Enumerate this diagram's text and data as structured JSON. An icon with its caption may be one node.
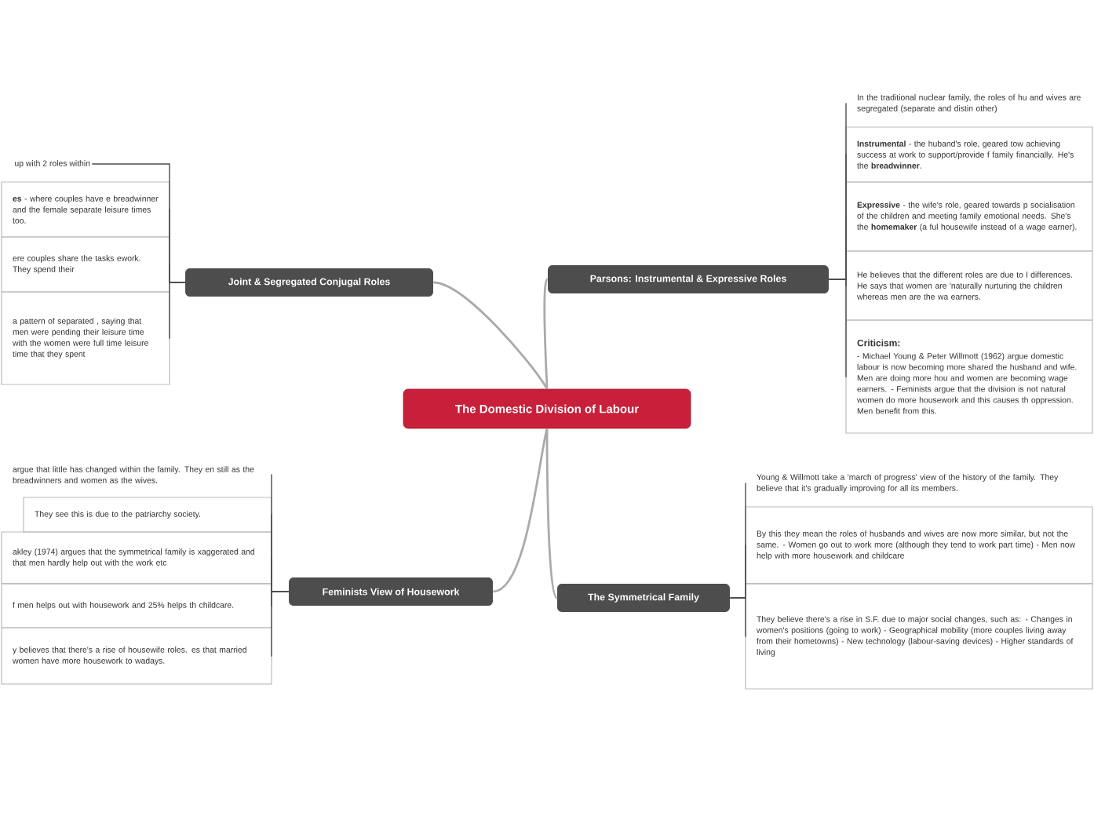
{
  "diagram": {
    "nodes": [
      {
        "text": [
          "The Domestic Division of Labour"
        ]
      },
      {
        "text": [
          "Joint & Segregated Conjugal Roles"
        ]
      },
      {
        "text": [
          "up with 2 roles within"
        ]
      },
      {
        "text": [
          "**es** - where couples have e breadwinner and the female separate leisure times too."
        ]
      },
      {
        "text": [
          "ere couples share the tasks ework. They spend their"
        ]
      },
      {
        "text": [
          "a pattern of separated , saying that men were pending their leisure time with the women were full time leisure time that they spent"
        ]
      },
      {
        "text": [
          "Parsons: Instrumental & Expressive Roles"
        ]
      },
      {
        "text": [
          "In the traditional nuclear family, the roles of hu and wives are segregated (separate and distin other)"
        ]
      },
      {
        "text": [
          "**Instrumental** - the huband's role, geared tow achieving success at work to support/provide f family financially. He's the **breadwinner**."
        ]
      },
      {
        "text": [
          "**Expressive** - the wife's role, geared towards p socialisation of the children and meeting family emotional needs. She's the **homemaker** (a ful housewife instead of a wage earner)."
        ]
      },
      {
        "text": [
          "He believes that the different roles are due to l differences. He says that women are 'naturally nurturing the children whereas men are the wa earners."
        ]
      },
      {
        "text": [
          "Criticism:",
          "- Michael Young & Peter Willmott (1962) argue domestic labour is now becoming more shared the husband and wife. Men are doing more hou and women are becoming wage earners. - Feminists argue that the division is not natural women do more housework and this causes th oppression. Men benefit from this."
        ]
      },
      {
        "text": [
          "Feminists View of Housework"
        ]
      },
      {
        "text": [
          "argue that little has changed within the family. They en still as the breadwinners and women as the wives."
        ]
      },
      {
        "text": [
          "They see this is due to the patriarchy society."
        ]
      },
      {
        "text": [
          "akley (1974) argues that the symmetrical family is xaggerated and that men hardly help out with the work etc"
        ]
      },
      {
        "text": [
          "f men helps out with housework and 25% helps th childcare."
        ]
      },
      {
        "text": [
          "y believes that there's a rise of housewife roles. es that married women have more housework to wadays."
        ]
      },
      {
        "text": [
          "The Symmetrical Family"
        ]
      },
      {
        "text": [
          "Young & Willmott take a 'march of progress' view of the history of the family. They believe that it's gradually improving for all its members."
        ]
      },
      {
        "text": [
          "By this they mean the roles of husbands and wives are now more similar, but not the same. - Women go out to work more (although they tend to work part time) - Men now help with more housework and childcare"
        ]
      },
      {
        "text": [
          "They believe there's a rise in S.F. due to major social changes, such as: - Changes in women's positions (going to work) - Geographical mobility (more couples living away from their hometowns) - New technology (labour-saving devices) - Higher standards of living"
        ]
      }
    ],
    "edges": [
      {
        "from": 0,
        "to": 1,
        "arrow": "none",
        "color": "#aaaaaa"
      },
      {
        "from": 0,
        "to": 6,
        "arrow": "none",
        "color": "#aaaaaa"
      },
      {
        "from": 0,
        "to": 12,
        "arrow": "none",
        "color": "#aaaaaa"
      },
      {
        "from": 0,
        "to": 18,
        "arrow": "none",
        "color": "#aaaaaa"
      },
      {
        "from": 1,
        "to": 2,
        "arrow": "none"
      },
      {
        "from": 1,
        "to": 3,
        "arrow": "none"
      },
      {
        "from": 1,
        "to": 4,
        "arrow": "none"
      },
      {
        "from": 1,
        "to": 5,
        "arrow": "none"
      },
      {
        "from": 6,
        "to": 7,
        "arrow": "none"
      },
      {
        "from": 6,
        "to": 8,
        "arrow": "none"
      },
      {
        "from": 6,
        "to": 9,
        "arrow": "none"
      },
      {
        "from": 6,
        "to": 10,
        "arrow": "none"
      },
      {
        "from": 6,
        "to": 11,
        "arrow": "none"
      },
      {
        "from": 12,
        "to": 13,
        "arrow": "none"
      },
      {
        "from": 12,
        "to": 14,
        "arrow": "none"
      },
      {
        "from": 12,
        "to": 15,
        "arrow": "none"
      },
      {
        "from": 12,
        "to": 16,
        "arrow": "none"
      },
      {
        "from": 12,
        "to": 17,
        "arrow": "none"
      },
      {
        "from": 18,
        "to": 19,
        "arrow": "none"
      },
      {
        "from": 18,
        "to": 20,
        "arrow": "none"
      },
      {
        "from": 18,
        "to": 21,
        "arrow": "none"
      }
    ]
  }
}
